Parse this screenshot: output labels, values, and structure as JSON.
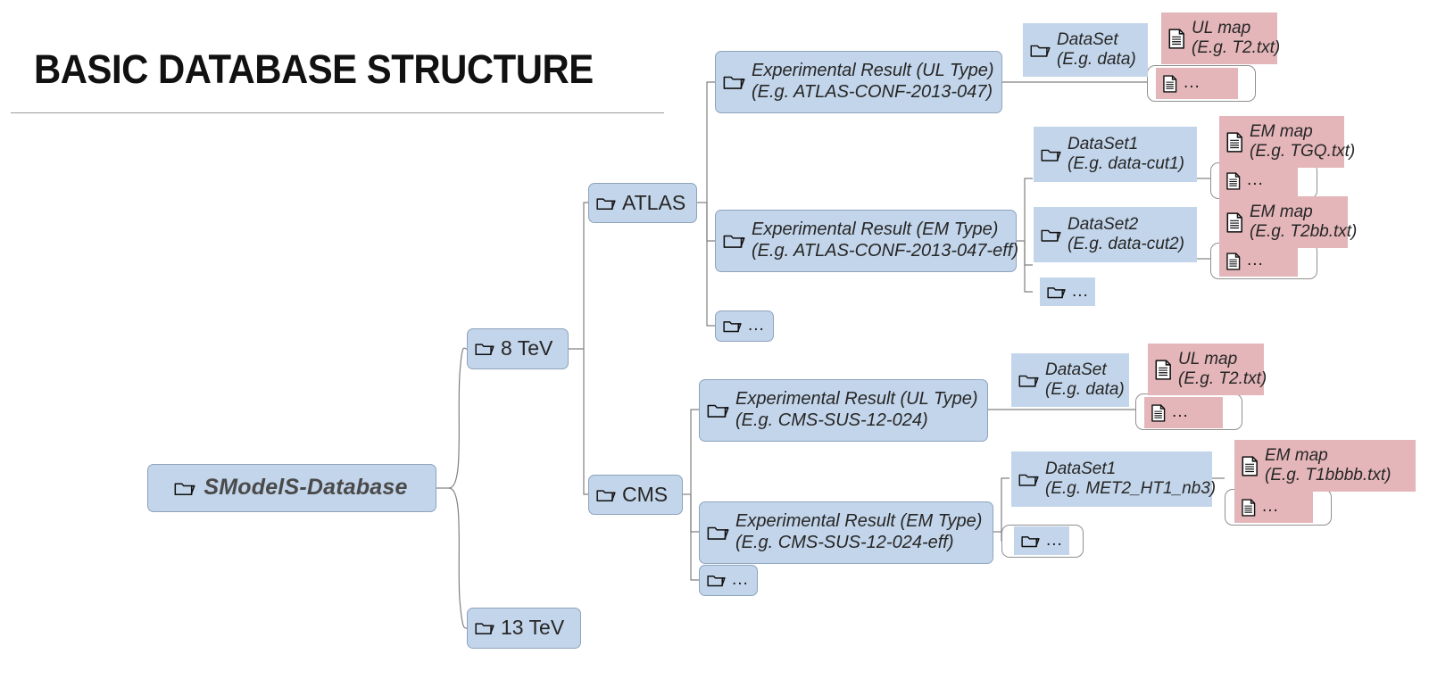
{
  "title": "BASIC DATABASE STRUCTURE",
  "colors": {
    "folder_fill": "#c3d5ea",
    "map_fill": "#e4b6b9",
    "node_border": "#8ea3bd",
    "connector": "#808080",
    "title_text": "#111111",
    "root_text": "#4a4a4a"
  },
  "icons": {
    "folder": "folder-icon",
    "document": "document-icon"
  },
  "root": {
    "label": "SModelS-Database",
    "icon": "folder-icon"
  },
  "energies": [
    {
      "label": "8 TeV",
      "icon": "folder-icon"
    },
    {
      "label": "13 TeV",
      "icon": "folder-icon"
    }
  ],
  "experiments": [
    {
      "label": "ATLAS",
      "icon": "folder-icon"
    },
    {
      "label": "CMS",
      "icon": "folder-icon"
    }
  ],
  "results": {
    "atlas_ul": {
      "line1": "Experimental Result (UL Type)",
      "line2": "(E.g. ATLAS-CONF-2013-047)"
    },
    "atlas_em": {
      "line1": "Experimental Result (EM Type)",
      "line2": "(E.g. ATLAS-CONF-2013-047-eff)"
    },
    "atlas_more": {
      "label": "..."
    },
    "cms_ul": {
      "line1": "Experimental Result (UL Type)",
      "line2": "(E.g.  CMS-SUS-12-024)"
    },
    "cms_em": {
      "line1": "Experimental Result (EM Type)",
      "line2": "(E.g. CMS-SUS-12-024-eff)"
    },
    "cms_more": {
      "label": "..."
    }
  },
  "datasets": {
    "atlas_ul_data": {
      "line1": "DataSet",
      "line2": "(E.g. data)"
    },
    "atlas_em_ds1": {
      "line1": "DataSet1",
      "line2": "(E.g. data-cut1)"
    },
    "atlas_em_ds2": {
      "line1": "DataSet2",
      "line2": "(E.g. data-cut2)"
    },
    "atlas_em_more": {
      "label": "..."
    },
    "cms_ul_data": {
      "line1": "DataSet",
      "line2": "(E.g. data)"
    },
    "cms_em_ds1": {
      "line1": "DataSet1",
      "line2": "(E.g. MET2_HT1_nb3)"
    },
    "cms_em_more": {
      "label": "..."
    }
  },
  "maps": {
    "atlas_ul_map": {
      "line1": "UL map",
      "line2": "(E.g. T2.txt)"
    },
    "atlas_ul_more": {
      "label": "..."
    },
    "atlas_em_map1": {
      "line1": "EM map",
      "line2": "(E.g. TGQ.txt)"
    },
    "atlas_em_more1": {
      "label": "..."
    },
    "atlas_em_map2": {
      "line1": "EM map",
      "line2": "(E.g. T2bb.txt)"
    },
    "atlas_em_more2": {
      "label": "..."
    },
    "cms_ul_map": {
      "line1": "UL map",
      "line2": "(E.g. T2.txt)"
    },
    "cms_ul_more": {
      "label": "..."
    },
    "cms_em_map1": {
      "line1": "EM map",
      "line2": "(E.g. T1bbbb.txt)"
    },
    "cms_em_more1": {
      "label": "..."
    }
  }
}
